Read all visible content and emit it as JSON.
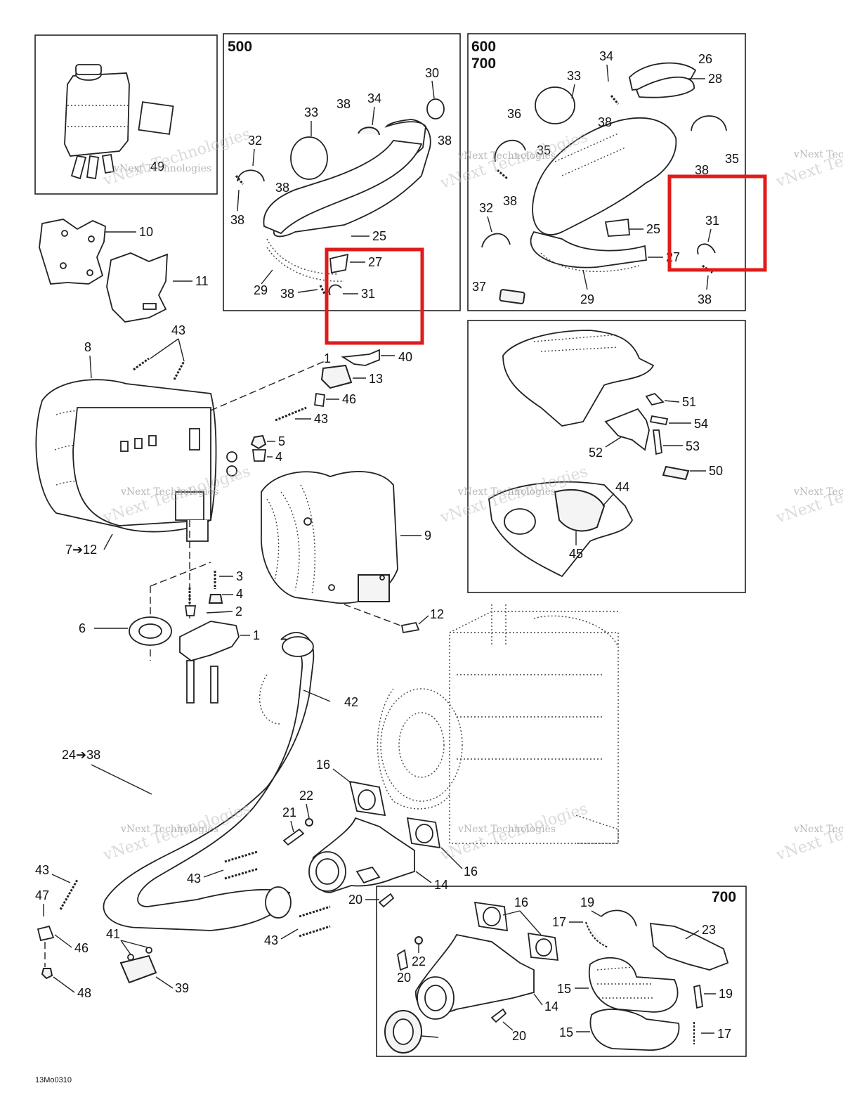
{
  "figure_code": "13Mo0310",
  "watermark": "vNext Technologies",
  "highlight_color": "#e01b1b",
  "panels": {
    "p500": {
      "model": "500"
    },
    "p600": {
      "model_line1": "600",
      "model_line2": "700"
    },
    "p700": {
      "model": "700"
    }
  },
  "callouts": {
    "c1": "1",
    "c1b": "1",
    "c2": "2",
    "c3": "3",
    "c4": "4",
    "c4b": "4",
    "c5": "5",
    "c6": "6",
    "c7_12": "7➔12",
    "c8": "8",
    "c9": "9",
    "c10": "10",
    "c11": "11",
    "c12": "12",
    "c13": "13",
    "c14": "14",
    "c14b": "14",
    "c15": "15",
    "c15b": "15",
    "c16": "16",
    "c16b": "16",
    "c16c": "16",
    "c17": "17",
    "c17b": "17",
    "c19": "19",
    "c19b": "19",
    "c20": "20",
    "c20b": "20",
    "c20c": "20",
    "c21": "21",
    "c22": "22",
    "c22b": "22",
    "c23": "23",
    "c24_38": "24➔38",
    "c25": "25",
    "c25b": "25",
    "c26": "26",
    "c27": "27",
    "c27b": "27",
    "c28": "28",
    "c29": "29",
    "c29b": "29",
    "c30": "30",
    "c31": "31",
    "c31b": "31",
    "c32": "32",
    "c32b": "32",
    "c33": "33",
    "c33b": "33",
    "c34": "34",
    "c34b": "34",
    "c35": "35",
    "c35b": "35",
    "c36": "36",
    "c37": "37",
    "c38a": "38",
    "c38b": "38",
    "c38c": "38",
    "c38d": "38",
    "c38e": "38",
    "c38f": "38",
    "c38g": "38",
    "c38h": "38",
    "c38i": "38",
    "c39": "39",
    "c40": "40",
    "c41": "41",
    "c42": "42",
    "c43a": "43",
    "c43b": "43",
    "c43c": "43",
    "c43d": "43",
    "c43e": "43",
    "c44": "44",
    "c45": "45",
    "c46": "46",
    "c46b": "46",
    "c47": "47",
    "c48": "48",
    "c49": "49",
    "c50": "50",
    "c51": "51",
    "c52": "52",
    "c53": "53",
    "c54": "54"
  }
}
